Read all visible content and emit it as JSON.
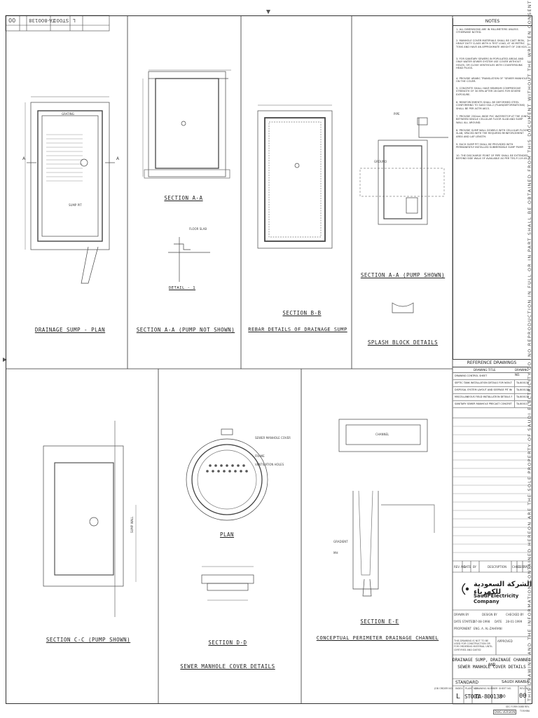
{
  "corner_stamp": {
    "sheet_no": "00",
    "drawing_no": "TA-800138",
    "plan_no": "ST001",
    "index": "L"
  },
  "titles": {
    "drainage_sump_plan": "DRAINAGE SUMP - PLAN",
    "section_aa": "SECTION A-A",
    "section_aa_pump_not_shown": "SECTION A-A (PUMP NOT SHOWN)",
    "detail_1": "DETAIL - 1",
    "section_bb": "SECTION B-B",
    "rebar_details": "REBAR DETAILS OF DRAINAGE SUMP",
    "section_aa_pump_shown": "SECTION A-A (PUMP SHOWN)",
    "splash_block": "SPLASH BLOCK DETAILS",
    "section_cc": "SECTION C-C (PUMP SHOWN)",
    "plan": "PLAN",
    "section_dd": "SECTION D-D",
    "manhole_cover": "SEWER MANHOLE COVER DETAILS",
    "section_ee": "SECTION E-E",
    "perimeter_channel": "CONCEPTUAL PERIMETER DRAINAGE CHANNEL"
  },
  "notes": {
    "heading": "NOTES",
    "items": [
      "1. ALL DIMENSIONS ARE IN MILLIMETERS UNLESS OTHERWISE NOTED.",
      "2. MANHOLE COVER MATERIALS SHALL BE CAST IRON, HEAVY DUTY CLASS WITH A TEST LOAD, AT 40 METRIC TONS AND HAVE AN APPROXIMATE WEIGHT OF 208 KGS.",
      "3. FOR SANITARY SEWERS IN POPULATED AREAS AND ONLY WATER SEWER SYSTEM USE COVER WITHOUT HOLES, OR CLOSE VENTHOLES WITH COUNTERSUNK HEAD PLUGS.",
      "4. PROVIDE ARABIC TRANSLATION OF \"SEWER MANHOLE\" ON THE COVER.",
      "5. CONCRETE SHALL HAVE MINIMUM COMPRESSIVE STRENGTH OF 30 MPa AFTER 28 DAYS FOR SEVERE EXPOSURE.",
      "6. REINFORCEMENTS SHALL BE DEFORMED STEEL CONFORMING TO SASO SSA-2 (PLAIN/DEFORMATIONS) SHALL BE PER ASTM A615.",
      "7. PROVIDE 230mm WIDE PVC WATERSTOP AT THE JOINT BETWEEN SINGLE CELLULAR FLOOR SLAB AND SUMP WALL ALL AROUND.",
      "8. PROVIDE SUMP WALL DOWELS WITH CELLULAR FLOOR SLAB, SPACED WITH THE REQUIRED REINFORCEMENT AREA AND LAP LENGTH.",
      "9. EACH SUMP PIT SHALL BE PROVIDED WITH PERMANENTLY INSTALLED SUBMERSIBLE SUMP PUMP.",
      "10. THE DISCHARGE POINT OF PIPE SHALL BE EXTENDED BEYOND SIDE WALK OF AVAILABLE AS PER TES-P-119.05."
    ]
  },
  "reference_drawings": {
    "heading": "REFERENCE DRAWINGS",
    "col_title": "DRAWING TITLE",
    "col_number": "DRAWING NO.",
    "rows": [
      {
        "title": "DRAWING CONTROL SHEET",
        "number": ""
      },
      {
        "title": "SEPTIC TANK INSTALLATION DETAILS FOR NON-TRAFFIC AREAS",
        "number": "TA-800136"
      },
      {
        "title": "DISPOSAL SYSTEM LAYOUT AND SEEPAGE PIT INSTALLATION DET.",
        "number": "TA-800135"
      },
      {
        "title": "MISCELLANEOUS FIELD INSTALLATION DETAILS FOR SANITARY WORKS",
        "number": "TA-800136"
      },
      {
        "title": "SANITARY SEWER MANHOLE PRECAST CONCRETE PLAN SECTION & DETAILS",
        "number": "TA-800137"
      }
    ]
  },
  "revision_headers": {
    "rev": "REV. NO.",
    "date": "DATE",
    "by": "BY",
    "description": "DESCRIPTION",
    "chkd": "CHKD.",
    "cert": "CERT.",
    "appd": "APPD."
  },
  "company": {
    "name_ar": "الشركة السعودية للكهرباء",
    "name_en": "Saudi Electricity Company",
    "accent": "#1a1a1a"
  },
  "approvals": {
    "drawn_by": "DRAWN BY",
    "designed_by": "DESIGN BY",
    "checked_by": "CHECKED BY",
    "date_started": "DATE STARTED",
    "started": "07-08-1998",
    "date_designed": "DATE",
    "designed_date": "28-01-1999",
    "engineer": "ENG. A. AL-ZAHRANI",
    "proponent": "PROPONENT"
  },
  "disclaimer": "THIS DRAWING IS NOT TO BE USED FOR CONSTRUCTION OR FOR ORDERING MATERIAL UNTIL CERTIFIED AND DATED",
  "approved_label": "APPROVED",
  "drawing_title": {
    "line1": "DRAINAGE SUMP, DRAINAGE CHANNEL AND",
    "line2": "SEWER MANHOLE COVER DETAILS"
  },
  "standard": {
    "label": "STANDARD",
    "location": "SAUDI ARABIA"
  },
  "bottom_block": {
    "job_order": "JOB ORDER NO.",
    "index_label": "INDEX",
    "plan_label": "PLANT NO.",
    "drawing_label": "DRAWING NUMBER",
    "sheet_label": "SHEET NO.",
    "rev_label": "REV. NO.",
    "index": "L",
    "plan": "ST001",
    "drawing": "TA-800138",
    "sheet": "00",
    "rev": "00"
  },
  "footer": {
    "form": "SEC FORM 008B REV.",
    "code": "TOSHIBA",
    "version": "DWG.VERSION"
  },
  "vertical_text": "THIS DRAWING AND THE INFORMATION CONTAINED HEREON ARE THE SOLE PROPERTY OF SAUDI ELECTRICITY CO. NO REPRODUCTION IN FULL OR IN PART SHALL BE OBTAINED FROM THIS DOCUMENT WITHOUT THE WRITTEN CONSENT OF ITS OWNER",
  "labels": {
    "grating": "GRATING",
    "sump_pit": "SUMP PIT",
    "pipe": "PIPE",
    "floor_slab": "FLOOR SLAB",
    "ground": "GROUND",
    "sump_wall": "SUMP WALL",
    "cover": "SEWER MANHOLE COVER",
    "vent_holes": "VENTILATION HOLES",
    "frame": "FRAME",
    "channel": "CHANNEL",
    "gradient": "GRADIENT",
    "mh": "MH",
    "a_mark": "A"
  }
}
